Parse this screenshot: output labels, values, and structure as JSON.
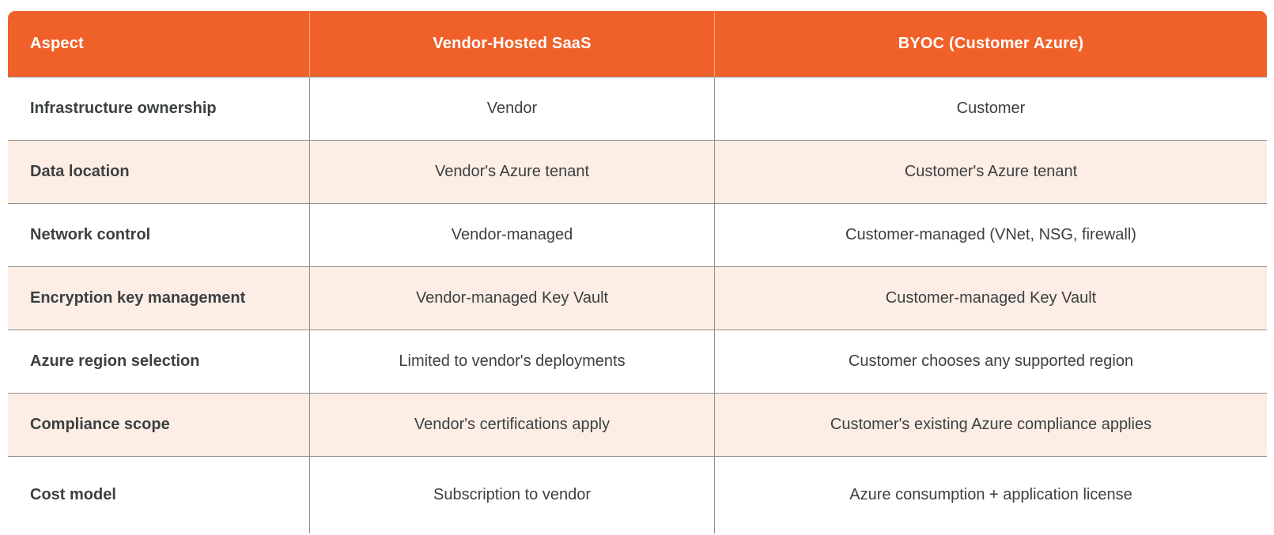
{
  "table": {
    "header": [
      "Aspect",
      "Vendor-Hosted SaaS",
      "BYOC (Customer Azure)"
    ],
    "rows": [
      {
        "aspect": "Infrastructure ownership",
        "saas": "Vendor",
        "byoc": "Customer"
      },
      {
        "aspect": "Data location",
        "saas": "Vendor's Azure tenant",
        "byoc": "Customer's Azure tenant"
      },
      {
        "aspect": "Network control",
        "saas": "Vendor-managed",
        "byoc": "Customer-managed (VNet, NSG, firewall)"
      },
      {
        "aspect": "Encryption key management",
        "saas": "Vendor-managed Key Vault",
        "byoc": "Customer-managed Key Vault"
      },
      {
        "aspect": "Azure region selection",
        "saas": "Limited to vendor's deployments",
        "byoc": "Customer chooses any supported region"
      },
      {
        "aspect": "Compliance scope",
        "saas": "Vendor's certifications apply",
        "byoc": "Customer's existing Azure compliance applies"
      },
      {
        "aspect": "Cost model",
        "saas": "Subscription to vendor",
        "byoc": "Azure consumption + application license"
      }
    ]
  },
  "colors": {
    "header_bg": "#F0612A",
    "header_text": "#FFFFFF",
    "row_bg": "#FFFFFF",
    "row_alt_bg": "#FCEEE4",
    "border": "#8F8F8F",
    "text": "#3C4043"
  }
}
